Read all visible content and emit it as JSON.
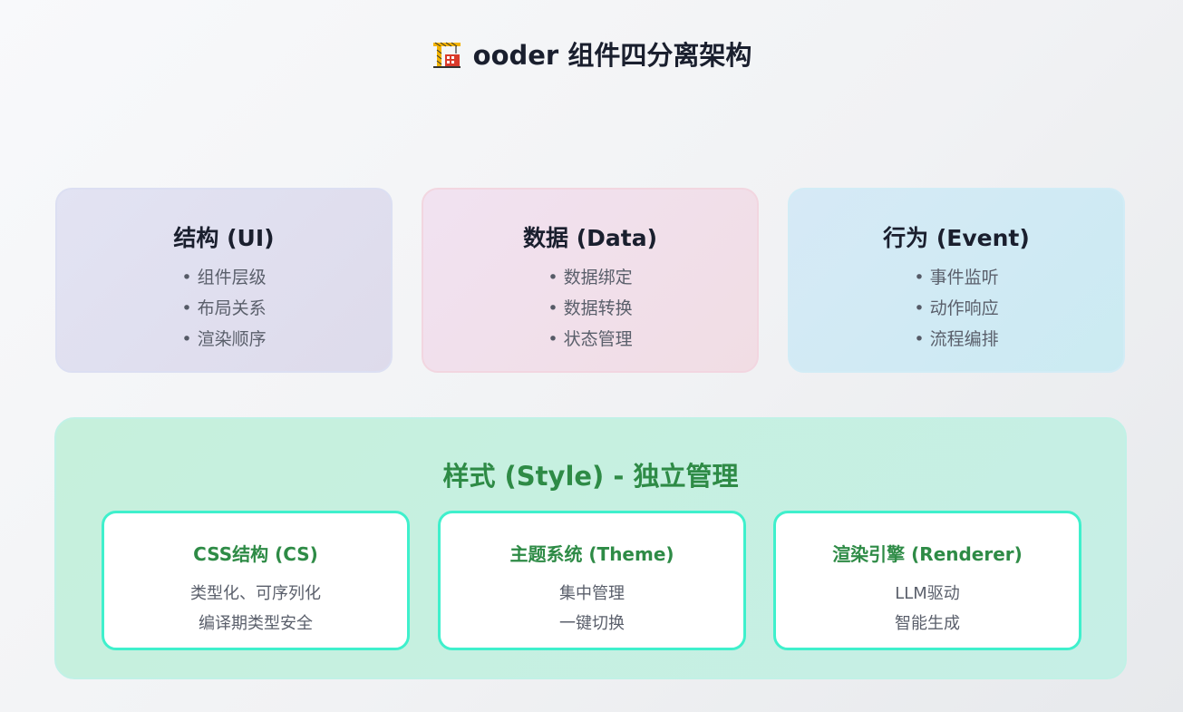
{
  "title": {
    "icon": "construction-crane-icon",
    "text": "ooder 组件四分离架构"
  },
  "cards": [
    {
      "heading": "结构 (UI)",
      "bullet": "•",
      "items": [
        "组件层级",
        "布局关系",
        "渲染顺序"
      ]
    },
    {
      "heading": "数据 (Data)",
      "bullet": "•",
      "items": [
        "数据绑定",
        "数据转换",
        "状态管理"
      ]
    },
    {
      "heading": "行为 (Event)",
      "bullet": "•",
      "items": [
        "事件监听",
        "动作响应",
        "流程编排"
      ]
    }
  ],
  "style_section": {
    "title": "样式 (Style) - 独立管理",
    "boxes": [
      {
        "heading": "CSS结构 (CS)",
        "lines": [
          "类型化、可序列化",
          "编译期类型安全"
        ]
      },
      {
        "heading": "主题系统 (Theme)",
        "lines": [
          "集中管理",
          "一键切换"
        ]
      },
      {
        "heading": "渲染引擎 (Renderer)",
        "lines": [
          "LLM驱动",
          "智能生成"
        ]
      }
    ]
  },
  "colors": {
    "accent_green": "#2e8b46",
    "sub_box_border": "#3ff0cc",
    "style_bg": "#c6f0dc",
    "ui_bg": "#e2e3f3",
    "data_bg": "#f1e2f1",
    "event_bg": "#cbebf2"
  }
}
